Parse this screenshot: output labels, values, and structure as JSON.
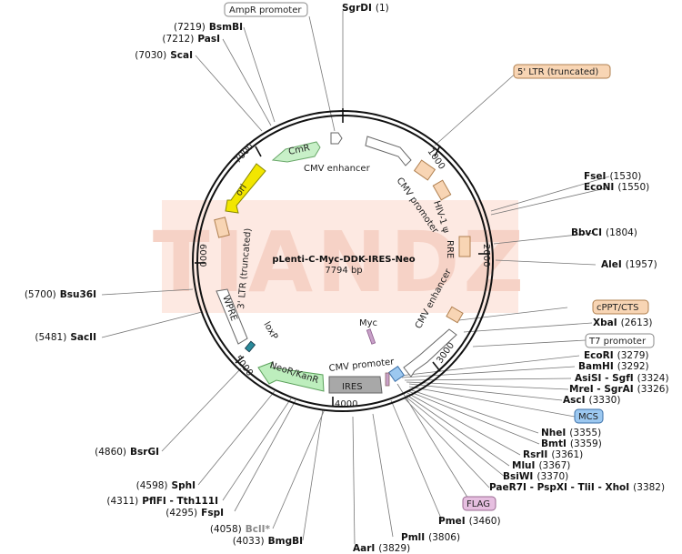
{
  "map": {
    "title": "pLenti-C-Myc-DDK-IRES-Neo",
    "size_label": "7794 bp",
    "watermark": "TIANDZ",
    "total_bp": 7794,
    "site_labels": [
      {
        "id": "sgrdi",
        "text": "SgrDI",
        "pos": "(1)"
      },
      {
        "id": "bsmbi",
        "text": "BsmBI",
        "pos": "(7219)"
      },
      {
        "id": "pasi",
        "text": "PasI",
        "pos": "(7212)"
      },
      {
        "id": "scai",
        "text": "ScaI",
        "pos": "(7030)"
      },
      {
        "id": "fsei",
        "text": "FseI",
        "pos": "(1530)"
      },
      {
        "id": "econi",
        "text": "EcoNI",
        "pos": "(1550)"
      },
      {
        "id": "bbvci",
        "text": "BbvCI",
        "pos": "(1804)"
      },
      {
        "id": "alei",
        "text": "AleI",
        "pos": "(1957)"
      },
      {
        "id": "xbai",
        "text": "XbaI",
        "pos": "(2613)"
      },
      {
        "id": "ecori",
        "text": "EcoRI",
        "pos": "(3279)"
      },
      {
        "id": "bamhi",
        "text": "BamHI",
        "pos": "(3292)"
      },
      {
        "id": "asisi",
        "text": "AsiSI - SgfI",
        "pos": "(3324)"
      },
      {
        "id": "mrei",
        "text": "MreI - SgrAI",
        "pos": "(3326)"
      },
      {
        "id": "asci",
        "text": "AscI",
        "pos": "(3330)"
      },
      {
        "id": "nhei",
        "text": "NheI",
        "pos": "(3355)"
      },
      {
        "id": "bmti",
        "text": "BmtI",
        "pos": "(3359)"
      },
      {
        "id": "rsrii",
        "text": "RsrII",
        "pos": "(3361)"
      },
      {
        "id": "mlui",
        "text": "MluI",
        "pos": "(3367)"
      },
      {
        "id": "bsiwi",
        "text": "BsiWI",
        "pos": "(3370)"
      },
      {
        "id": "paer7i",
        "text": "PaeR7I - PspXI - TliI - XhoI",
        "pos": "(3382)"
      },
      {
        "id": "pmei",
        "text": "PmeI",
        "pos": "(3460)"
      },
      {
        "id": "pmli",
        "text": "PmlI",
        "pos": "(3806)"
      },
      {
        "id": "aari",
        "text": "AarI",
        "pos": "(3829)"
      },
      {
        "id": "bmgbi",
        "text": "BmgBI",
        "pos": "(4033)"
      },
      {
        "id": "bcli",
        "text": "BclI*",
        "pos": "(4058)"
      },
      {
        "id": "fspi",
        "text": "FspI",
        "pos": "(4295)"
      },
      {
        "id": "pflfi",
        "text": "PflFI - Tth111I",
        "pos": "(4311)"
      },
      {
        "id": "sphi",
        "text": "SphI",
        "pos": "(4598)"
      },
      {
        "id": "bsrgi",
        "text": "BsrGI",
        "pos": "(4860)"
      },
      {
        "id": "sacii",
        "text": "SacII",
        "pos": "(5481)"
      },
      {
        "id": "bsu36i",
        "text": "Bsu36I",
        "pos": "(5700)"
      }
    ],
    "boxed_labels": [
      {
        "id": "ampr-promoter",
        "text": "AmpR promoter"
      },
      {
        "id": "ltr5",
        "text": "5' LTR (truncated)"
      },
      {
        "id": "cppt",
        "text": "cPPT/CTS"
      },
      {
        "id": "t7",
        "text": "T7 promoter"
      },
      {
        "id": "mcs",
        "text": "MCS"
      },
      {
        "id": "flag",
        "text": "FLAG"
      }
    ],
    "features": [
      {
        "id": "cmr",
        "text": "CmR"
      },
      {
        "id": "ori",
        "text": "ori"
      },
      {
        "id": "cmv-enh-1",
        "text": "CMV enhancer"
      },
      {
        "id": "cmv-prom-1",
        "text": "CMV promoter"
      },
      {
        "id": "hiv",
        "text": "HIV-1 ψ"
      },
      {
        "id": "rre",
        "text": "RRE"
      },
      {
        "id": "cmv-enh-2",
        "text": "CMV enhancer"
      },
      {
        "id": "cmv-prom-2",
        "text": "CMV promoter"
      },
      {
        "id": "myc",
        "text": "Myc"
      },
      {
        "id": "ires",
        "text": "IRES"
      },
      {
        "id": "neor",
        "text": "NeoR/KanR"
      },
      {
        "id": "loxp",
        "text": "loxP"
      },
      {
        "id": "wpre",
        "text": "WPRE"
      },
      {
        "id": "ltr3",
        "text": "3' LTR (truncated)"
      }
    ],
    "ticks": [
      {
        "id": "t1000",
        "text": "1000"
      },
      {
        "id": "t2000",
        "text": "2000"
      },
      {
        "id": "t3000",
        "text": "3000"
      },
      {
        "id": "t4000",
        "text": "4000"
      },
      {
        "id": "t5000",
        "text": "5000"
      },
      {
        "id": "t6000",
        "text": "6000"
      },
      {
        "id": "t7000",
        "text": "7000"
      }
    ],
    "colors": {
      "cmr": "#c8f0c8",
      "ori": "#f2e600",
      "ltr": "#f8d5b4",
      "neor": "#bdeebd",
      "ires": "#a8a8a8",
      "mcs": "#9cc8f0",
      "flag": "#e6bfe0",
      "myc": "#c8a0c8",
      "watermark": "#f8d8cc"
    }
  }
}
